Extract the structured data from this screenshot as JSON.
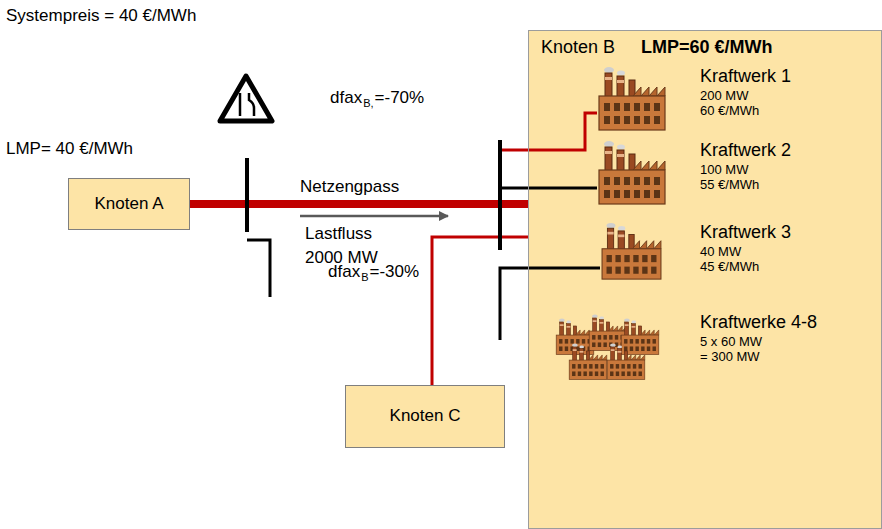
{
  "diagram": {
    "nodes": [
      {
        "text": [
          "Knoten A"
        ]
      },
      {
        "text": [
          "Knoten B",
          "LMP=60 €/MWh"
        ]
      },
      {
        "text": [
          "Kraftwerk 1",
          "200 MW",
          "60 €/MWh"
        ],
        "in": 1
      },
      {
        "text": [
          "Kraftwerk 2",
          "100 MW",
          "55 €/MWh"
        ],
        "in": 1
      },
      {
        "text": [
          "Kraftwerk 3",
          "40 MW",
          "45 €/MWh"
        ],
        "in": 1
      },
      {
        "text": [
          "Kraftwerke 4-8",
          "5 x 60 MW",
          "= 300 MW"
        ],
        "in": 1
      },
      {
        "text": [
          "Knoten C"
        ]
      }
    ],
    "edges": [
      {
        "from": 0,
        "to": 1,
        "arrow": "none",
        "label": "Netzengpass"
      },
      {
        "from": 6,
        "to": 1,
        "arrow": "none"
      }
    ],
    "labels": [
      "Systempreis = 40 €/MWh",
      "LMP= 40 €/MWh",
      "dfax",
      "B,",
      "=-70%",
      "Lastfluss",
      "2000 MW",
      "dfax",
      "B",
      "=-30%"
    ]
  }
}
